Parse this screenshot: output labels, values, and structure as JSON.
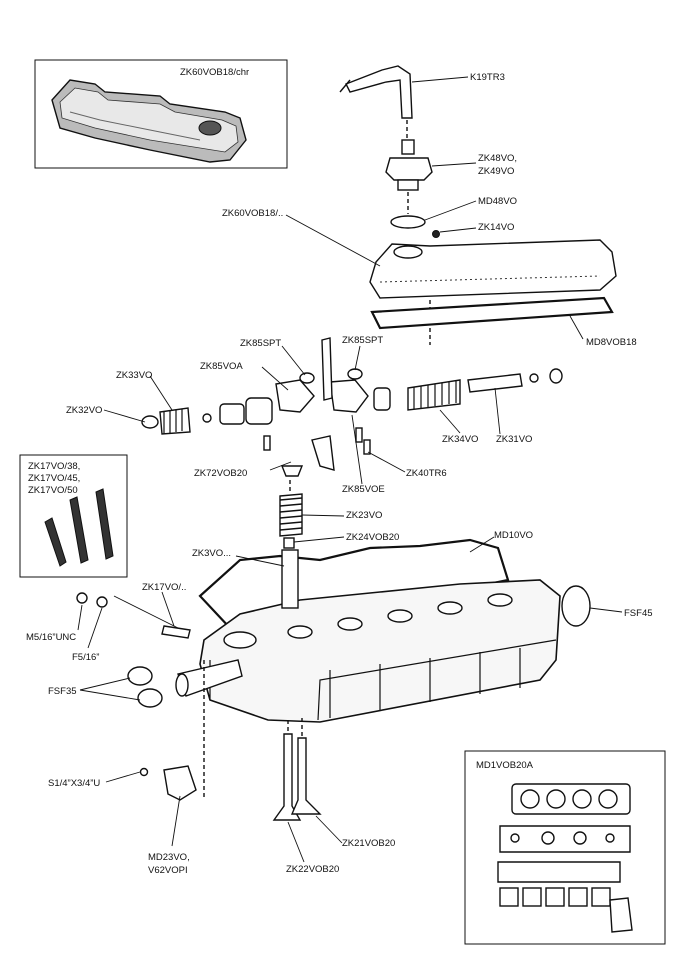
{
  "inset_rocker_cover": {
    "label": "ZK60VOB18/chr"
  },
  "inset_studs": {
    "labels": [
      "ZK17VO/38,",
      "ZK17VO/45,",
      "ZK17VO/50"
    ]
  },
  "inset_gasket_set": {
    "label": "MD1VOB20A"
  },
  "callouts": {
    "k19tr3": "K19TR3",
    "zk48vo": "ZK48VO,",
    "zk49vo": "ZK49VO",
    "md48vo": "MD48VO",
    "zk14vo": "ZK14VO",
    "zk60vob18": "ZK60VOB18/..",
    "md8vob18": "MD8VOB18",
    "zk85spt_left": "ZK85SPT",
    "zk85spt_right": "ZK85SPT",
    "zk85voa": "ZK85VOA",
    "zk33vo": "ZK33VO",
    "zk32vo": "ZK32VO",
    "zk34vo": "ZK34VO",
    "zk31vo": "ZK31VO",
    "zk72vob20": "ZK72VOB20",
    "zk40tr6": "ZK40TR6",
    "zk85voe": "ZK85VOE",
    "zk23vo": "ZK23VO",
    "zk24vob20": "ZK24VOB20",
    "zk3vo": "ZK3VO...",
    "md10vo": "MD10VO",
    "zk17vo": "ZK17VO/..",
    "m5_16_unc": "M5/16”UNC",
    "f5_16": "F5/16”",
    "fsf45": "FSF45",
    "fsf35": "FSF35",
    "s1_4x3_4u": "S1/4”X3/4”U",
    "md23vo": "MD23VO,",
    "v62vopi": "V62VOPI",
    "zk21vob20": "ZK21VOB20",
    "zk22vob20": "ZK22VOB20"
  }
}
